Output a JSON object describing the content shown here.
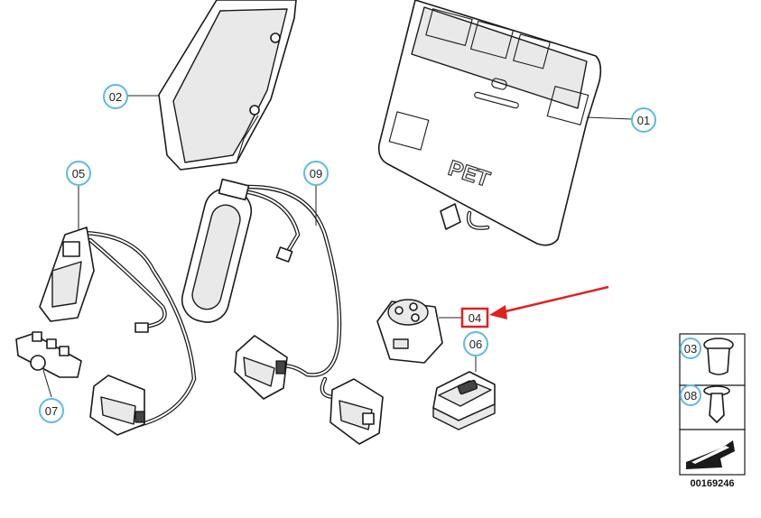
{
  "callouts": [
    {
      "id": "c01",
      "label": "01"
    },
    {
      "id": "c02",
      "label": "02"
    },
    {
      "id": "c03",
      "label": "03"
    },
    {
      "id": "c05",
      "label": "05"
    },
    {
      "id": "c06",
      "label": "06"
    },
    {
      "id": "c07",
      "label": "07"
    },
    {
      "id": "c08",
      "label": "08"
    },
    {
      "id": "c09",
      "label": "09"
    }
  ],
  "highlighted_callout": {
    "label": "04",
    "color": "#e02020"
  },
  "pad_marking": "PET",
  "document_number": "00169246",
  "colors": {
    "callout_ring": "#5bbbe6",
    "highlight": "#e02020",
    "ink": "#1a1a1a"
  }
}
